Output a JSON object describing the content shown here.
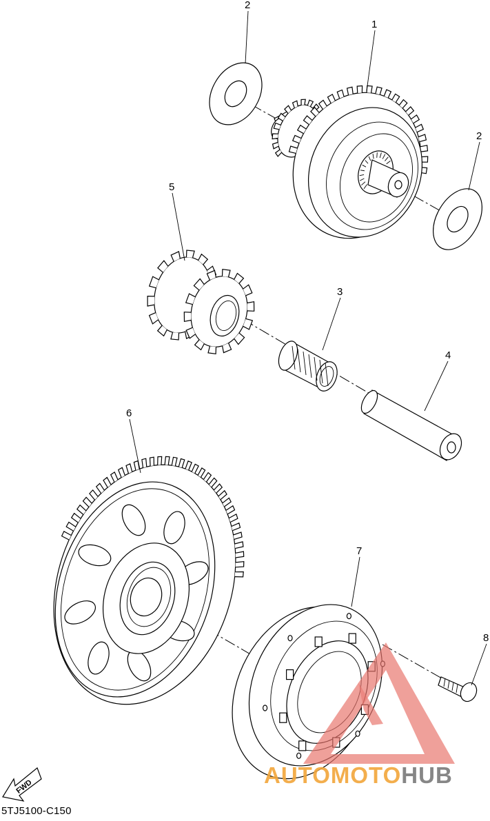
{
  "diagram": {
    "callouts": [
      {
        "id": "part-1",
        "label": "1"
      },
      {
        "id": "part-2-top",
        "label": "2"
      },
      {
        "id": "part-2-right",
        "label": "2"
      },
      {
        "id": "part-3",
        "label": "3"
      },
      {
        "id": "part-4",
        "label": "4"
      },
      {
        "id": "part-5",
        "label": "5"
      },
      {
        "id": "part-6",
        "label": "6"
      },
      {
        "id": "part-7",
        "label": "7"
      },
      {
        "id": "part-8",
        "label": "8"
      }
    ],
    "fwd_label": "FWD",
    "diagram_code": "5TJ5100-C150"
  },
  "watermark": {
    "text_part1": "AUTOMOTO",
    "text_part2": "HUB",
    "color_primary": "#e8736b",
    "color_secondary": "#f2a63a",
    "color_tertiary": "#7a7a7a"
  }
}
